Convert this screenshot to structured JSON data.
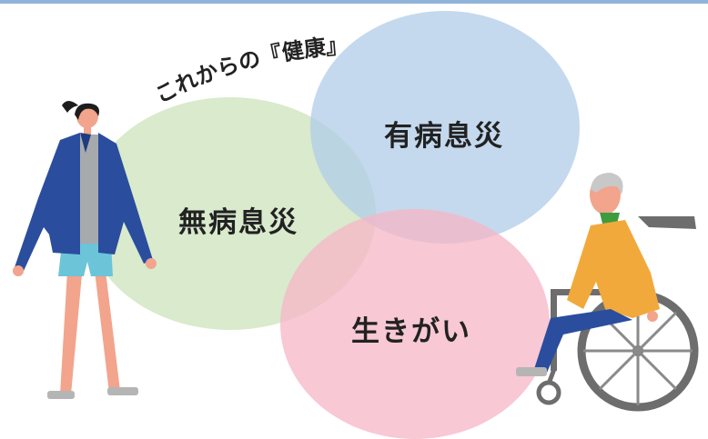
{
  "header": {
    "text": "これからの『健康』"
  },
  "circles": {
    "green": {
      "label": "無病息災",
      "color": "#cce3bc"
    },
    "blue": {
      "label": "有病息災",
      "color": "#b0cce8"
    },
    "pink": {
      "label": "生きがい",
      "color": "#f6b6c6"
    }
  },
  "figures": {
    "walker": {
      "icon": "walking-woman-icon"
    },
    "wheelchair": {
      "icon": "elderly-man-in-wheelchair-icon"
    }
  },
  "colors": {
    "jacket_blue": "#2a4d9e",
    "shirt_orange": "#f2a93b",
    "skin": "#f2a48c",
    "wheel_gray": "#777777"
  }
}
